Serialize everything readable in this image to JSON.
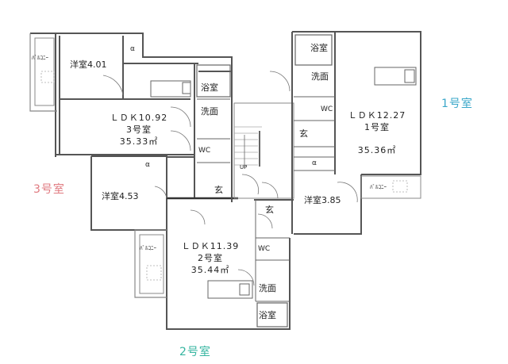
{
  "colors": {
    "wall": "#555555",
    "thin": "#888888",
    "unit1_label": "#3aa7c9",
    "unit2_label": "#35b5a0",
    "unit3_label": "#e07a80"
  },
  "units": {
    "unit1": {
      "external_label": "1号室",
      "ldk": "ＬＤＫ12.27",
      "name": "1号室",
      "area": "35.36㎡",
      "rooms": {
        "bath": "浴室",
        "washroom": "洗面",
        "wc": "WC",
        "entrance": "玄",
        "storage": "α",
        "bedroom": "洋室3.85",
        "balcony": "ﾊﾞﾙｺﾆｰ"
      }
    },
    "unit2": {
      "external_label": "2号室",
      "ldk": "ＬＤＫ11.39",
      "name": "2号室",
      "area": "35.44㎡",
      "rooms": {
        "entrance": "玄",
        "wc": "WC",
        "washroom": "洗面",
        "bath": "浴室",
        "balcony": "ﾊﾞﾙｺﾆｰ"
      }
    },
    "unit3": {
      "external_label": "3号室",
      "ldk": "ＬＤＫ10.92",
      "name": "3号室",
      "area": "35.33㎡",
      "rooms": {
        "bedroom1": "洋室4.01",
        "bedroom2": "洋室4.53",
        "storage1": "α",
        "storage2": "α",
        "bath": "浴室",
        "washroom": "洗面",
        "wc": "WC",
        "entrance": "玄",
        "balcony": "ﾊﾞﾙｺﾆｰ"
      }
    }
  },
  "stairs": {
    "label": "UP"
  }
}
